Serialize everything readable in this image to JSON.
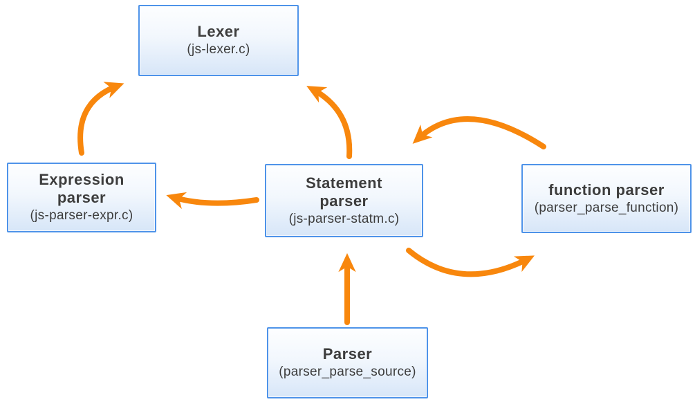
{
  "diagram": {
    "nodes": [
      {
        "id": "lexer",
        "title": "Lexer",
        "subtitle": "(js-lexer.c)"
      },
      {
        "id": "expression-parser",
        "title": "Expression\nparser",
        "subtitle": "(js-parser-expr.c)"
      },
      {
        "id": "statement-parser",
        "title": "Statement\nparser",
        "subtitle": "(js-parser-statm.c)"
      },
      {
        "id": "function-parser",
        "title": "function parser",
        "subtitle": "(parser_parse_function)"
      },
      {
        "id": "parser",
        "title": "Parser",
        "subtitle": "(parser_parse_source)"
      }
    ],
    "edges": [
      {
        "from": "expression-parser",
        "to": "lexer"
      },
      {
        "from": "statement-parser",
        "to": "lexer"
      },
      {
        "from": "statement-parser",
        "to": "expression-parser"
      },
      {
        "from": "function-parser",
        "to": "statement-parser"
      },
      {
        "from": "statement-parser",
        "to": "function-parser"
      },
      {
        "from": "parser",
        "to": "statement-parser"
      }
    ]
  },
  "colors": {
    "arrow": "#f8870d",
    "box_border": "#4e93e9",
    "box_fill_top": "#fdfeff",
    "box_fill_bottom": "#d7e6f8",
    "text": "#3d3d3d"
  }
}
